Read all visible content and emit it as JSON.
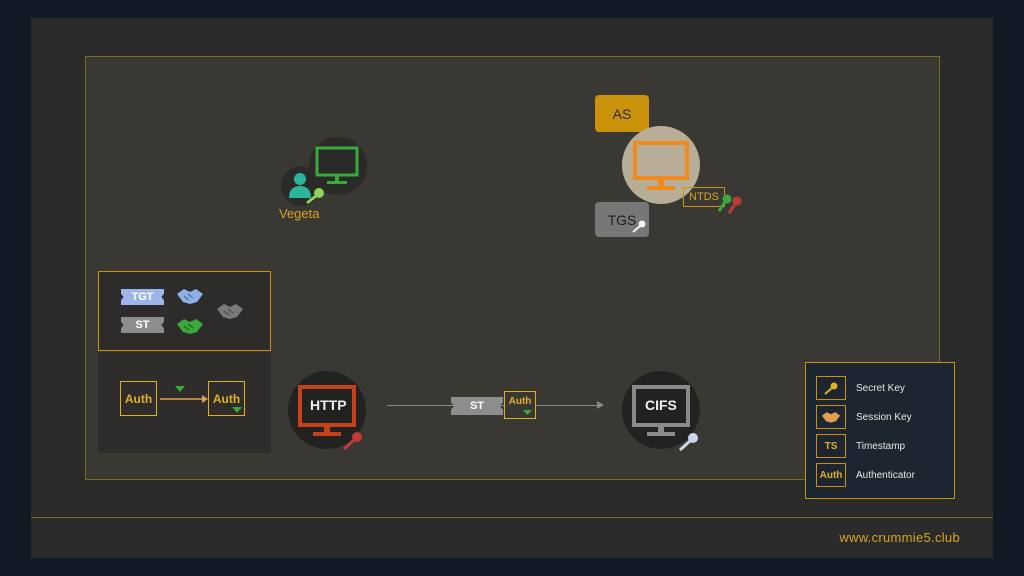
{
  "nodes": {
    "client": {
      "label": "Vegeta"
    },
    "kdc": {
      "as_label": "AS",
      "tgs_label": "TGS",
      "ntds_label": "NTDS"
    },
    "http": {
      "label": "HTTP"
    },
    "cifs": {
      "label": "CIFS"
    }
  },
  "tickets_panel": {
    "tgt_label": "TGT",
    "st_label": "ST"
  },
  "auth_panel": {
    "left_label": "Auth",
    "right_label": "Auth"
  },
  "message": {
    "ticket_label": "ST",
    "auth_label": "Auth"
  },
  "legend": {
    "items": [
      {
        "icon": "key-icon",
        "label": "Secret Key"
      },
      {
        "icon": "handshake-icon",
        "label": "Session Key"
      },
      {
        "icon": "TS",
        "label": "Timestamp"
      },
      {
        "icon": "Auth",
        "label": "Authenticator"
      }
    ]
  },
  "footer": {
    "url": "www.crummie5.club"
  },
  "colors": {
    "accent": "#c9920a",
    "client_green": "#3aa83a",
    "kdc_orange": "#f08a1c",
    "http_red": "#c8401a",
    "cifs_gray": "#8a8a8a",
    "tgt_blue": "#9db5e8",
    "st_gray": "#8d8d8d"
  }
}
